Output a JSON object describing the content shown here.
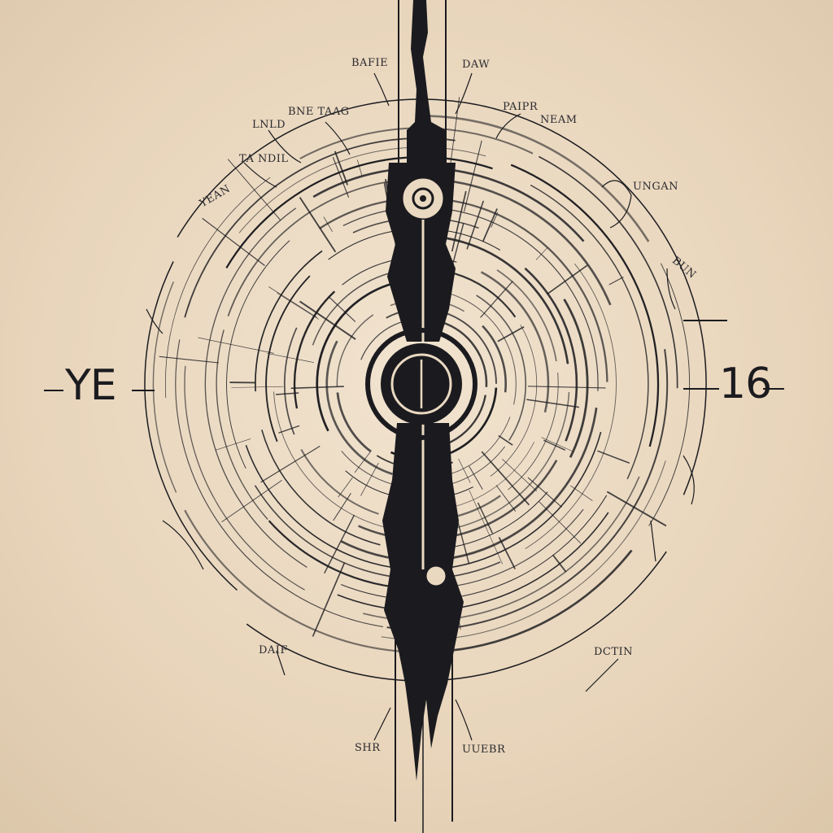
{
  "labels": {
    "left": "YE",
    "right": "16",
    "annotations": [
      "BAFIE",
      "DAW",
      "PAIPR",
      "NEAM",
      "BNE TAAG",
      "LNLD",
      "TA NDIL",
      "YEAN",
      "UNGAN",
      "BUN",
      "DAIF",
      "DCTIN",
      "SHR",
      "UUEBR"
    ]
  },
  "colors": {
    "ink": "#1b1b1f",
    "paper": "#ead9c1"
  }
}
